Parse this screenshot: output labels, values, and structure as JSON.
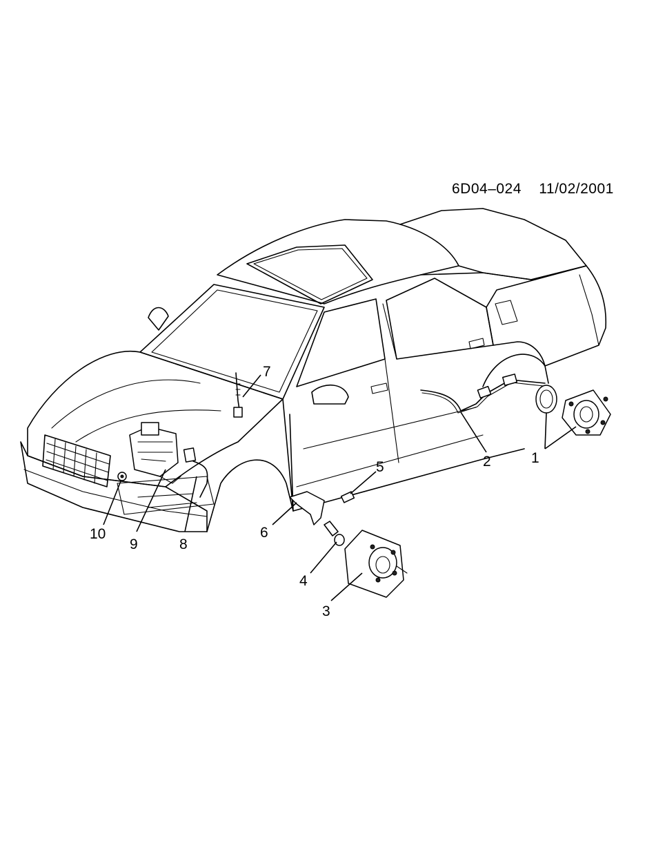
{
  "reference": {
    "code": "6D04–024",
    "date": "11/02/2001"
  },
  "callouts": [
    "1",
    "2",
    "3",
    "4",
    "5",
    "6",
    "7",
    "8",
    "9",
    "10"
  ]
}
